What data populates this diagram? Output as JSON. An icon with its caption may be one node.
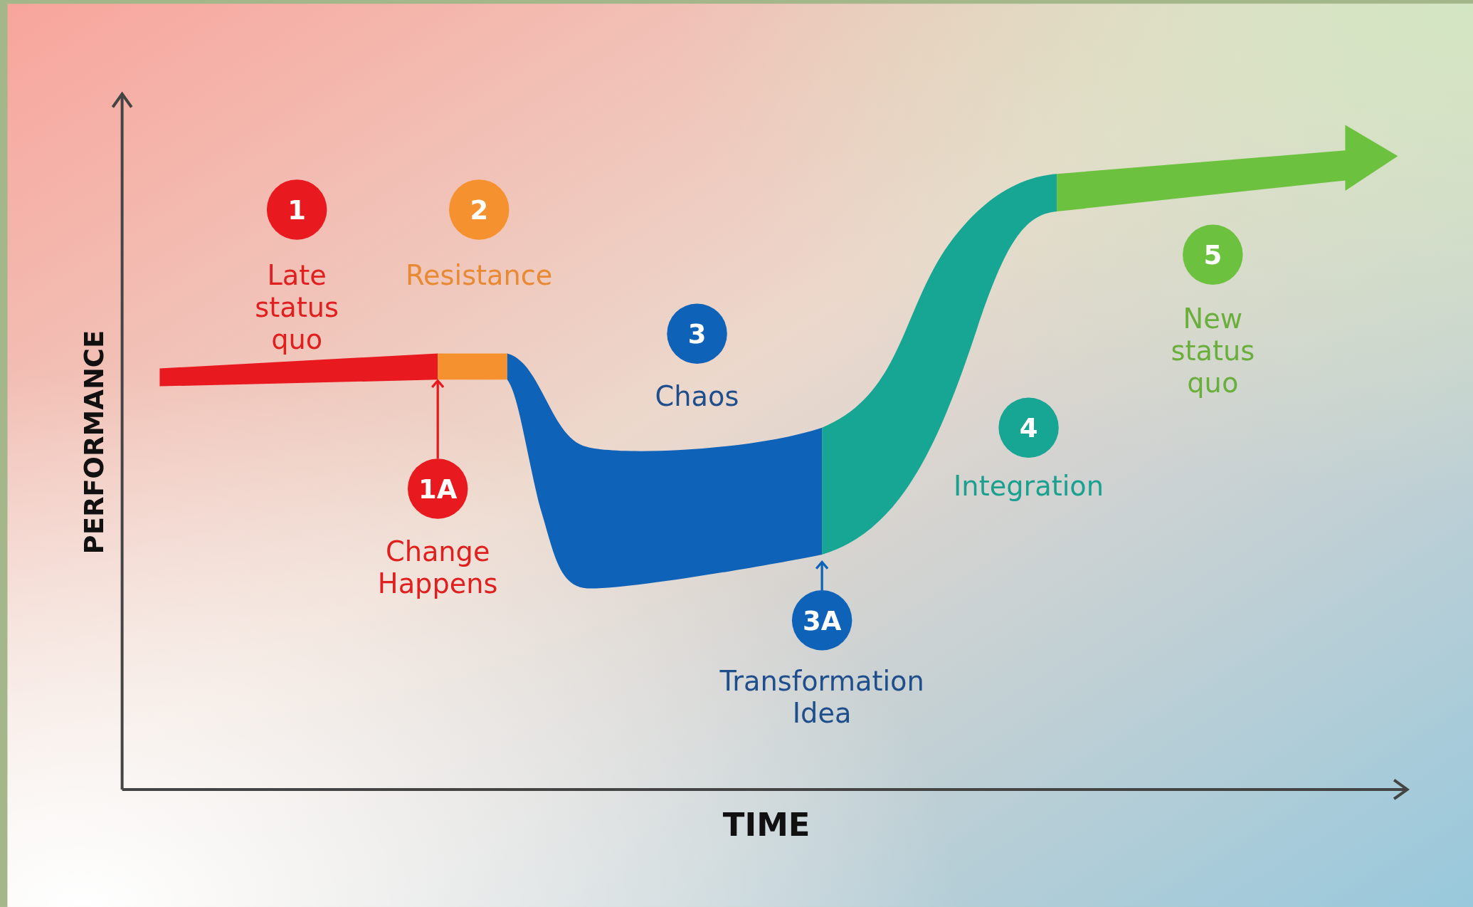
{
  "diagram": {
    "nodes": [
      {
        "text": [
          "1",
          "Late status quo"
        ]
      },
      {
        "text": [
          "2",
          "Resistance"
        ]
      },
      {
        "text": [
          "3",
          "Chaos"
        ]
      },
      {
        "text": [
          "4",
          "Integration"
        ]
      },
      {
        "text": [
          "5",
          "New status quo"
        ]
      },
      {
        "text": [
          "1A",
          "Change Happens"
        ]
      },
      {
        "text": [
          "3A",
          "Transformation Idea"
        ]
      }
    ],
    "edges": [
      {
        "from": 5,
        "to": null,
        "arrow": "to",
        "color": "#e8191f"
      },
      {
        "from": 6,
        "to": null,
        "arrow": "to",
        "color": "#0e63b8"
      }
    ],
    "labels": [
      "PERFORMANCE",
      "TIME"
    ]
  }
}
